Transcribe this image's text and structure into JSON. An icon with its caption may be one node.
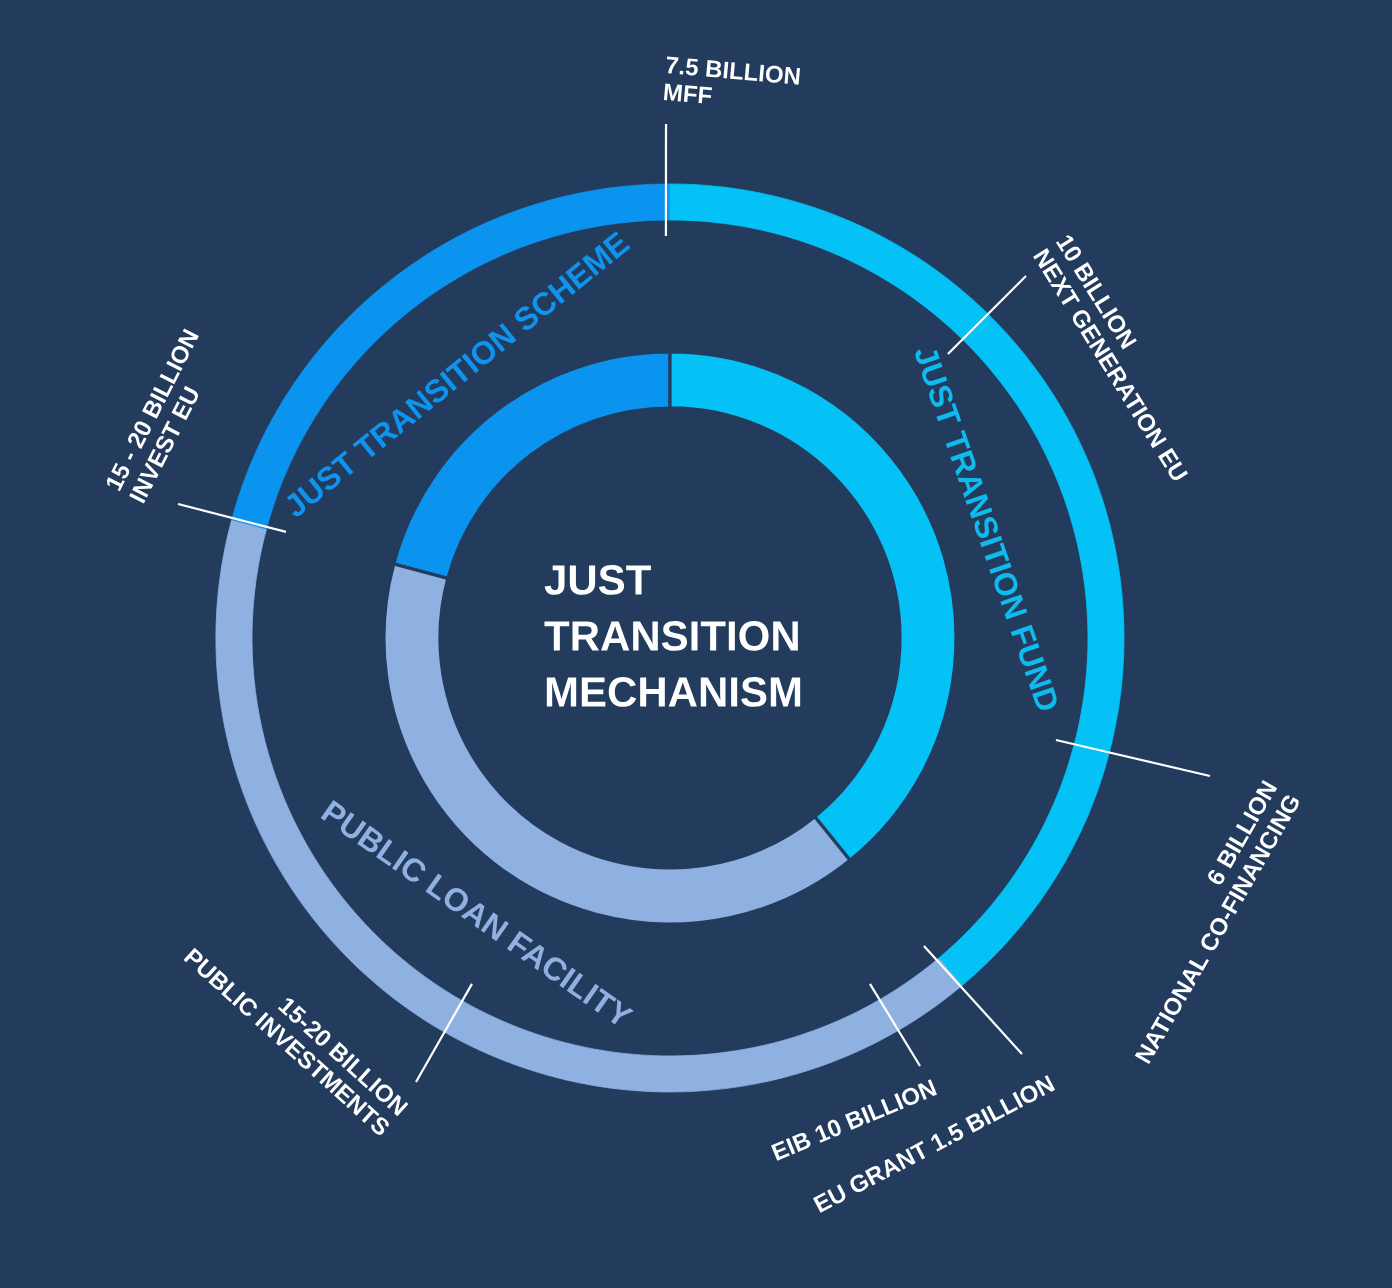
{
  "diagram": {
    "nodes": [
      {
        "text": [
          "7.5 BILLION",
          "MFF"
        ]
      },
      {
        "text": [
          "10 BILLION",
          "NEXT GENERATION EU"
        ]
      },
      {
        "text": [
          "15 - 20 BILLION",
          "INVEST EU"
        ]
      },
      {
        "text": [],
        "shape": "arc"
      },
      {
        "text": [],
        "shape": "arc"
      },
      {
        "text": [],
        "shape": "arc"
      },
      {
        "text": [
          "JUST TRANSITION SCHEME"
        ]
      },
      {
        "text": [
          "JUST TRANSITION FUND"
        ]
      },
      {
        "text": [
          "PUBLIC LOAN FACILITY"
        ]
      },
      {
        "text": [
          "6 BILLION",
          "NATIONAL CO-FINANCING"
        ]
      },
      {
        "text": [
          "15-20 BILLION",
          "PUBLIC INVESTMENTS"
        ]
      },
      {
        "text": [
          "EIB 10 BILLION"
        ]
      },
      {
        "text": [
          "EU GRANT 1.5 BILLION"
        ]
      }
    ],
    "edges": [
      {
        "from": 0,
        "to": 4,
        "arrow": "none"
      },
      {
        "from": 1,
        "to": 4,
        "arrow": "none"
      },
      {
        "from": 2,
        "to": 3,
        "arrow": "none"
      },
      {
        "from": 9,
        "to": 4,
        "arrow": "none"
      },
      {
        "from": 10,
        "to": 5,
        "arrow": "none"
      },
      {
        "from": 11,
        "to": 5,
        "arrow": "none"
      },
      {
        "from": 12,
        "to": 5,
        "arrow": "none"
      }
    ],
    "labels": [
      "JUST TRANSITION MECHANISM"
    ]
  }
}
